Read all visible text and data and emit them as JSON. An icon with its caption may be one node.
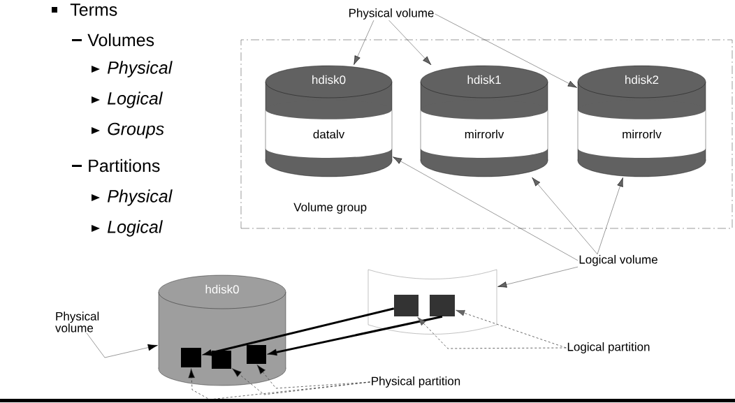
{
  "diagram": {
    "nodes": [
      {
        "text": [
          "Volume group"
        ]
      },
      {
        "text": [
          "hdisk0",
          "datalv"
        ],
        "in": 0
      },
      {
        "text": [
          "hdisk1",
          "mirrorlv"
        ],
        "in": 0
      },
      {
        "text": [
          "hdisk2",
          "mirrorlv"
        ],
        "in": 0
      },
      {
        "text": [
          "Physical volume"
        ]
      },
      {
        "text": [
          "Logical volume"
        ]
      },
      {
        "text": [
          "hdisk0"
        ]
      },
      {
        "text": [],
        "shape": "box"
      },
      {
        "text": [],
        "shape": "box",
        "in": 7
      },
      {
        "text": [],
        "shape": "box",
        "in": 7
      },
      {
        "text": [],
        "shape": "box",
        "in": 6
      },
      {
        "text": [],
        "shape": "box",
        "in": 6
      },
      {
        "text": [],
        "shape": "box",
        "in": 6
      },
      {
        "text": [
          "Physical volume"
        ]
      },
      {
        "text": [
          "Logical partition"
        ]
      },
      {
        "text": [
          "Physical partition"
        ]
      }
    ],
    "edges": [
      {
        "from": 4,
        "to": 1,
        "arrow": "to"
      },
      {
        "from": 4,
        "to": 2,
        "arrow": "to"
      },
      {
        "from": 4,
        "to": 3,
        "arrow": "to"
      },
      {
        "from": 5,
        "to": 1,
        "arrow": "to"
      },
      {
        "from": 5,
        "to": 2,
        "arrow": "to"
      },
      {
        "from": 5,
        "to": 3,
        "arrow": "to"
      },
      {
        "from": 5,
        "to": 7,
        "arrow": "to"
      },
      {
        "from": 8,
        "to": 10,
        "arrow": "to",
        "style": "thick"
      },
      {
        "from": 9,
        "to": 12,
        "arrow": "to",
        "style": "thick"
      },
      {
        "from": 13,
        "to": 6,
        "arrow": "to"
      },
      {
        "from": 14,
        "to": 8,
        "arrow": "to",
        "style": "dashed"
      },
      {
        "from": 14,
        "to": 9,
        "arrow": "to",
        "style": "dashed"
      },
      {
        "from": 15,
        "to": 10,
        "arrow": "to",
        "style": "dashed"
      },
      {
        "from": 15,
        "to": 11,
        "arrow": "to",
        "style": "dashed"
      },
      {
        "from": 15,
        "to": 12,
        "arrow": "to",
        "style": "dashed"
      }
    ],
    "labels": [
      "Terms",
      "Volumes",
      "Physical",
      "Logical",
      "Groups",
      "Partitions",
      "Physical",
      "Logical"
    ]
  }
}
